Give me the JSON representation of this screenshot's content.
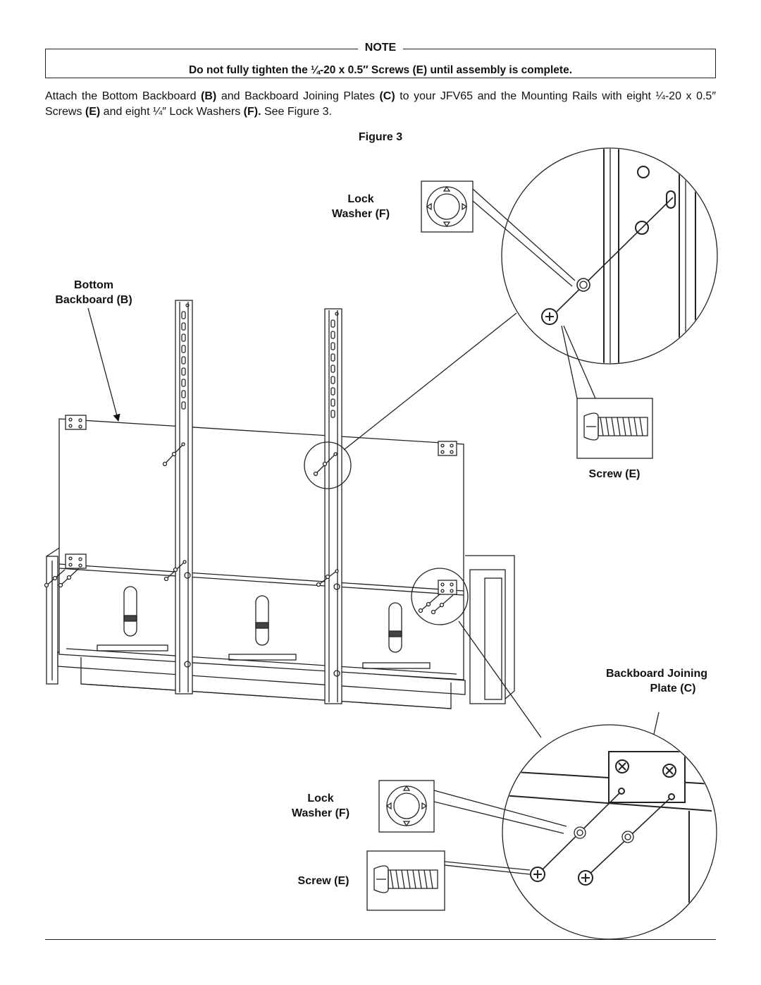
{
  "note": {
    "title": "NOTE",
    "text": "Do not fully tighten the ¼-20 x 0.5″ Screws (E) until assembly is complete."
  },
  "instruction": {
    "t1": "Attach the Bottom Backboard ",
    "b1": "(B)",
    "t2": " and Backboard Joining Plates ",
    "b2": "(C)",
    "t3": " to your JFV65 and the Mounting Rails with eight ¼-20 x 0.5″ Screws ",
    "b3": "(E)",
    "t4": " and eight ¼″ Lock Washers ",
    "b4": "(F).",
    "t5": " See Figure 3."
  },
  "figure": {
    "title": "Figure 3",
    "labels": {
      "lock_washer_top_line1": "Lock",
      "lock_washer_top_line2": "Washer (F)",
      "bottom_backboard_line1": "Bottom",
      "bottom_backboard_line2": "Backboard (B)",
      "screw_top": "Screw (E)",
      "joining_plate_line1": "Backboard Joining",
      "joining_plate_line2": "Plate (C)",
      "lock_washer_bottom_line1": "Lock",
      "lock_washer_bottom_line2": "Washer (F)",
      "screw_bottom": "Screw (E)"
    }
  }
}
